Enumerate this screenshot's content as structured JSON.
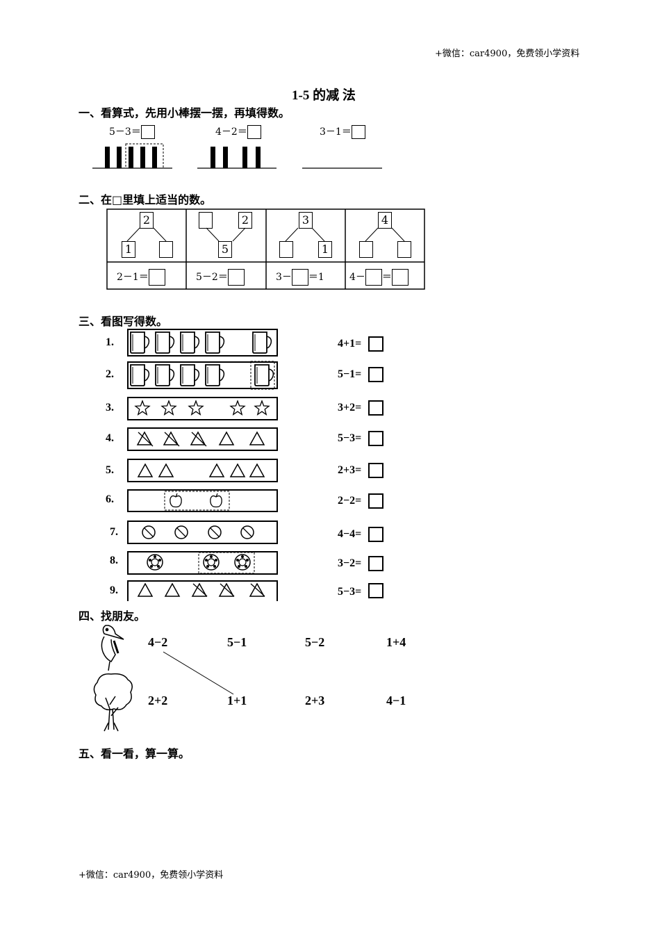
{
  "header_note": "+微信：car4900，免费领小学资料",
  "footer_note": "+微信：car4900，免费领小学资料",
  "title": "1-5 的减 法",
  "section1": {
    "heading": "一、看算式，先用小棒摆一摆，再填得数。",
    "equations": [
      "5－3＝",
      "4－2＝",
      "3－1＝"
    ]
  },
  "section2": {
    "heading": "二、在□里填上适当的数。",
    "cells": [
      {
        "top": "2",
        "left": "1",
        "right": "",
        "eq_prefix": "2－1＝",
        "eq_mid": "",
        "eq_suffix": ""
      },
      {
        "top": "",
        "left": "5",
        "right": "2",
        "eq_prefix": "5－2＝",
        "eq_mid": "",
        "eq_suffix": ""
      },
      {
        "top": "3",
        "left": "",
        "right": "1",
        "eq_prefix": "3－",
        "eq_mid": "",
        "eq_suffix": "＝1"
      },
      {
        "top": "4",
        "left": "",
        "right": "",
        "eq_prefix": "4－",
        "eq_mid": "",
        "eq_suffix": "＝"
      }
    ]
  },
  "section3": {
    "heading": "三、看图写得数。",
    "rows": [
      {
        "label": "1.",
        "equation": "4+1=",
        "icon": "mug-icon"
      },
      {
        "label": "2.",
        "equation": "5−1=",
        "icon": "mug-icon"
      },
      {
        "label": "3.",
        "equation": "3+2=",
        "icon": "star-icon"
      },
      {
        "label": "4.",
        "equation": "5−3=",
        "icon": "triangle-icon"
      },
      {
        "label": "5.",
        "equation": "2+3=",
        "icon": "triangle-icon"
      },
      {
        "label": "6.",
        "equation": "2−2=",
        "icon": "apple-icon"
      },
      {
        "label": "7.",
        "equation": "4−4=",
        "icon": "crossed-circle-icon"
      },
      {
        "label": "8.",
        "equation": "3−2=",
        "icon": "ball-icon"
      },
      {
        "label": "9.",
        "equation": "5−3=",
        "icon": "triangle-icon"
      }
    ]
  },
  "section4": {
    "heading": "四、找朋友。",
    "top_row": [
      "4−2",
      "5−1",
      "5−2",
      "1+4"
    ],
    "bottom_row": [
      "2+2",
      "1+1",
      "2+3",
      "4−1"
    ]
  },
  "section5": {
    "heading": "五、看一看，算一算。"
  }
}
